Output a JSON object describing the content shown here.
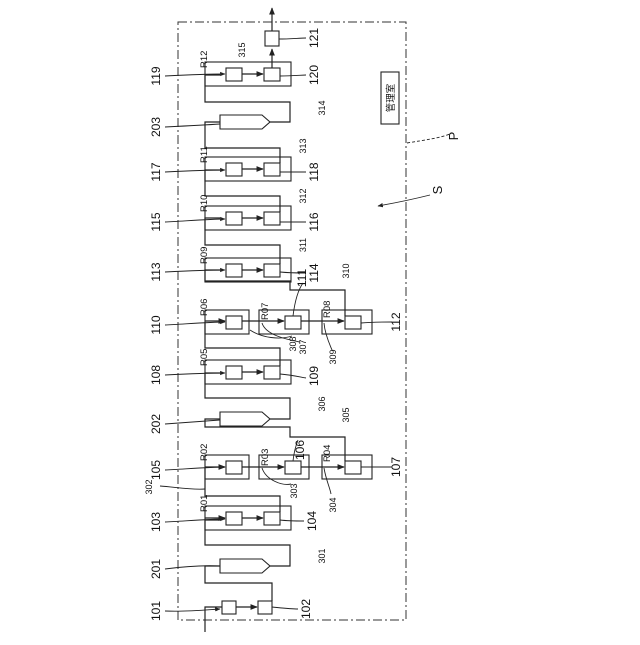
{
  "diagram": {
    "labels": {
      "facility": "P",
      "system": "S",
      "control_room": "管理室",
      "units": {
        "u101": "101",
        "u102": "102",
        "u103": "103",
        "u104": "104",
        "u105": "105",
        "u106": "106",
        "u107": "107",
        "u108": "108",
        "u109": "109",
        "u110": "110",
        "u111": "111",
        "u112": "112",
        "u113": "113",
        "u114": "114",
        "u115": "115",
        "u116": "116",
        "u117": "117",
        "u118": "118",
        "u119": "119",
        "u120": "120",
        "u121": "121"
      },
      "tanks": {
        "t201": "201",
        "t202": "202",
        "t203": "203"
      },
      "pipes": {
        "p301": "301",
        "p302": "302",
        "p303": "303",
        "p304": "304",
        "p305": "305",
        "p306": "306",
        "p307": "307",
        "p308": "308",
        "p309": "309",
        "p310": "310",
        "p311": "311",
        "p312": "312",
        "p313": "313",
        "p314": "314",
        "p315": "315"
      },
      "rooms": {
        "r01": "R01",
        "r02": "R02",
        "r03": "R03",
        "r04": "R04",
        "r05": "R05",
        "r06": "R06",
        "r07": "R07",
        "r08": "R08",
        "r09": "R09",
        "r10": "R10",
        "r11": "R11",
        "r12": "R12"
      }
    }
  }
}
